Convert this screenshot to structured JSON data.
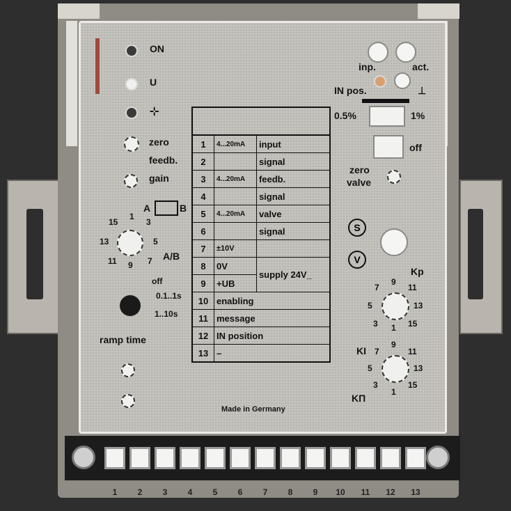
{
  "leds": {
    "on": "ON",
    "u": "U"
  },
  "adjust": {
    "zero": "zero",
    "feedb": "feedb.",
    "gain": "gain"
  },
  "ab": {
    "a": "A",
    "b": "B",
    "ab": "A/B"
  },
  "dial_left": {
    "n15": "15",
    "n1": "1",
    "n3": "3",
    "n13": "13",
    "n5": "5",
    "n11": "11",
    "n9": "9",
    "n7": "7"
  },
  "ramp": {
    "off": "off",
    "r1": "0.1..1s",
    "r2": "1..10s",
    "label": "ramp time"
  },
  "right": {
    "inp": "inp.",
    "act": "act.",
    "in_pos": "IN pos.",
    "p05": "0.5%",
    "p1": "1%",
    "off": "off",
    "zero": "zero",
    "valve": "valve"
  },
  "s_label": "S",
  "v_label": "V",
  "kp": {
    "label": "Kp",
    "n7": "7",
    "n9": "9",
    "n11": "11",
    "n5": "5",
    "n13": "13",
    "n3": "3",
    "n1": "1",
    "n15": "15"
  },
  "ki": {
    "label": "KI",
    "n7": "7",
    "n9": "9",
    "n11": "11",
    "n5": "5",
    "n13": "13",
    "n3": "3",
    "n1": "1",
    "n15": "15"
  },
  "kd_label": "KП",
  "table": {
    "r1": {
      "num": "1",
      "label": "input"
    },
    "r2": {
      "num": "2",
      "label": "signal"
    },
    "r3": {
      "num": "3",
      "label": "feedb."
    },
    "r4": {
      "num": "4",
      "label": "signal"
    },
    "r5": {
      "num": "5",
      "label": "valve"
    },
    "r6": {
      "num": "6",
      "label": "signal"
    },
    "r7": {
      "num": "7",
      "label": "±10V"
    },
    "r8": {
      "num": "8",
      "label": "0V"
    },
    "r9": {
      "num": "9",
      "label": "+UB"
    },
    "supply": "supply 24V_",
    "r10": {
      "num": "10",
      "label": "enabling"
    },
    "r11": {
      "num": "11",
      "label": "message"
    },
    "r12": {
      "num": "12",
      "label": "IN position"
    },
    "r13": {
      "num": "13",
      "label": "–"
    },
    "ma": "4...20mA"
  },
  "made_in": "Made in Germany",
  "terminals": [
    "1",
    "2",
    "3",
    "4",
    "5",
    "6",
    "7",
    "8",
    "9",
    "10",
    "11",
    "12",
    "13"
  ]
}
